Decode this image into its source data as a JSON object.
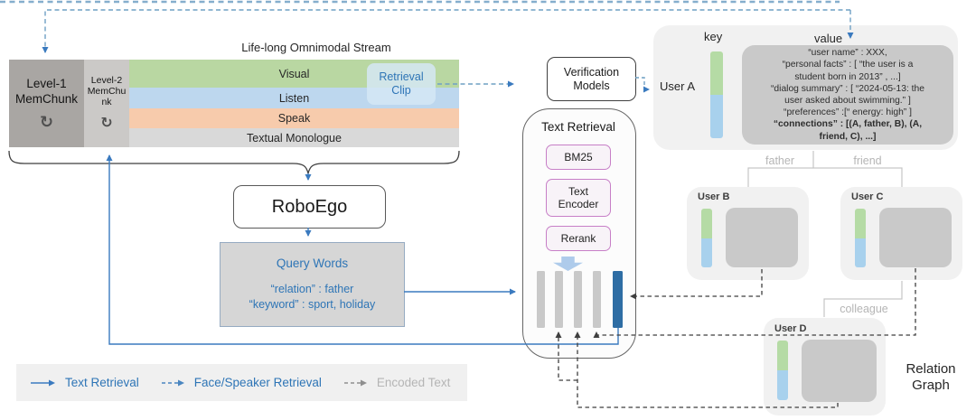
{
  "stream": {
    "title": "Life-long Omnimodal Stream",
    "rows": [
      {
        "label": "Visual",
        "color": "#b9d7a2"
      },
      {
        "label": "Listen",
        "color": "#bdd7ee"
      },
      {
        "label": "Speak",
        "color": "#f7cbac"
      },
      {
        "label": "Textual Monologue",
        "color": "#d9d9d9"
      }
    ],
    "retrieval_clip": {
      "line1": "Retrieval",
      "line2": "Clip"
    }
  },
  "memory": {
    "level1": {
      "line1": "Level-1",
      "line2": "MemChunk"
    },
    "level2": {
      "line1": "Level-2",
      "line2": "MemChu",
      "line3": "nk"
    },
    "refresh_icon": "↻"
  },
  "roboego": {
    "label": "RoboEgo"
  },
  "query_words": {
    "title": "Query Words",
    "line1": "“relation” : father",
    "line2": "“keyword” : sport, holiday"
  },
  "verification": {
    "line1": "Verification",
    "line2": "Models"
  },
  "text_retrieval": {
    "title": "Text Retrieval",
    "stages": [
      "BM25",
      "Text Encoder",
      "Rerank"
    ]
  },
  "user_a": {
    "label": "User A",
    "key_header": "key",
    "value_header": "value",
    "value_lines": [
      "“user name” : XXX,",
      "“personal facts” : [ “the user is a",
      "student born in 2013” , ...]",
      "“dialog summary” : [ “2024-05-13: the",
      "user asked about swimming.” ]",
      "“preferences” :[“ energy: high” ]"
    ],
    "value_bold_lines": [
      "“connections” : [(A, father, B), (A,",
      "friend, C), ...]"
    ]
  },
  "users": {
    "b": "User B",
    "c": "User C",
    "d": "User D"
  },
  "relations": {
    "father": "father",
    "friend": "friend",
    "colleague": "colleague",
    "graph_line1": "Relation",
    "graph_line2": "Graph"
  },
  "legend": {
    "items": [
      {
        "label": "Text Retrieval",
        "style": "solid-blue"
      },
      {
        "label": "Face/Speaker Retrieval",
        "style": "dashed-blue"
      },
      {
        "label": "Encoded Text",
        "style": "dashed-gray"
      }
    ]
  },
  "colors": {
    "accent_blue": "#2e75b6",
    "arrow_blue": "#3a7abf",
    "dashed_blue": "#6fa0c4",
    "dashed_gray": "#3f3f3f",
    "relation_line_gray": "#c6c6c6",
    "bar_gray": "#c9c9c9",
    "bar_blue": "#2e6da4",
    "stage_border_pink": "#c77fc7",
    "mem_level1_gray": "#a9a6a3",
    "mem_level2_gray": "#cbc9c7"
  }
}
